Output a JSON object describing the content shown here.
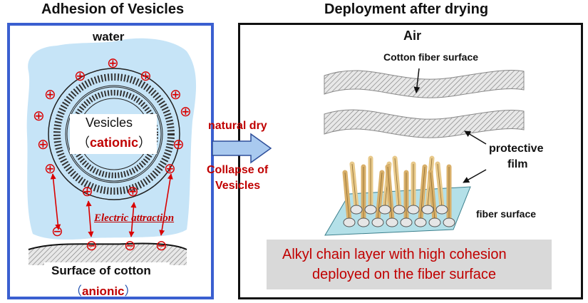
{
  "left": {
    "heading": "Adhesion of Vesicles",
    "medium_label": "water",
    "vesicle_label": "Vesicles",
    "vesicle_charge": "cationic",
    "paren_open": "（",
    "paren_close": "）",
    "force_label": "Electric attraction",
    "surface_label": "Surface of cotton",
    "surface_charge": "anionic",
    "surface_paren_open": "（",
    "surface_paren_close": "）",
    "positive_symbol": "⊕",
    "negative_symbol": "⊖"
  },
  "arrow": {
    "top_text": "natural dry",
    "bottom_line1": "Collapse of",
    "bottom_line2": "Vesicles"
  },
  "right": {
    "heading": "Deployment after drying",
    "medium_label": "Air",
    "fiber_label": "Cotton fiber surface",
    "film_label_line1": "protective",
    "film_label_line2": "film",
    "surface_label": "fiber surface",
    "caption_line1": "Alkyl chain layer with high cohesion",
    "caption_line2": "deployed on the fiber  surface"
  },
  "colors": {
    "water": "#c6e4f7",
    "left_border": "#3a5fd0",
    "charge_red": "#d90000",
    "arrow_fill": "#a9c9ef",
    "caption_bg": "#d9d9d9",
    "film_sheet": "#b4e0e8"
  }
}
